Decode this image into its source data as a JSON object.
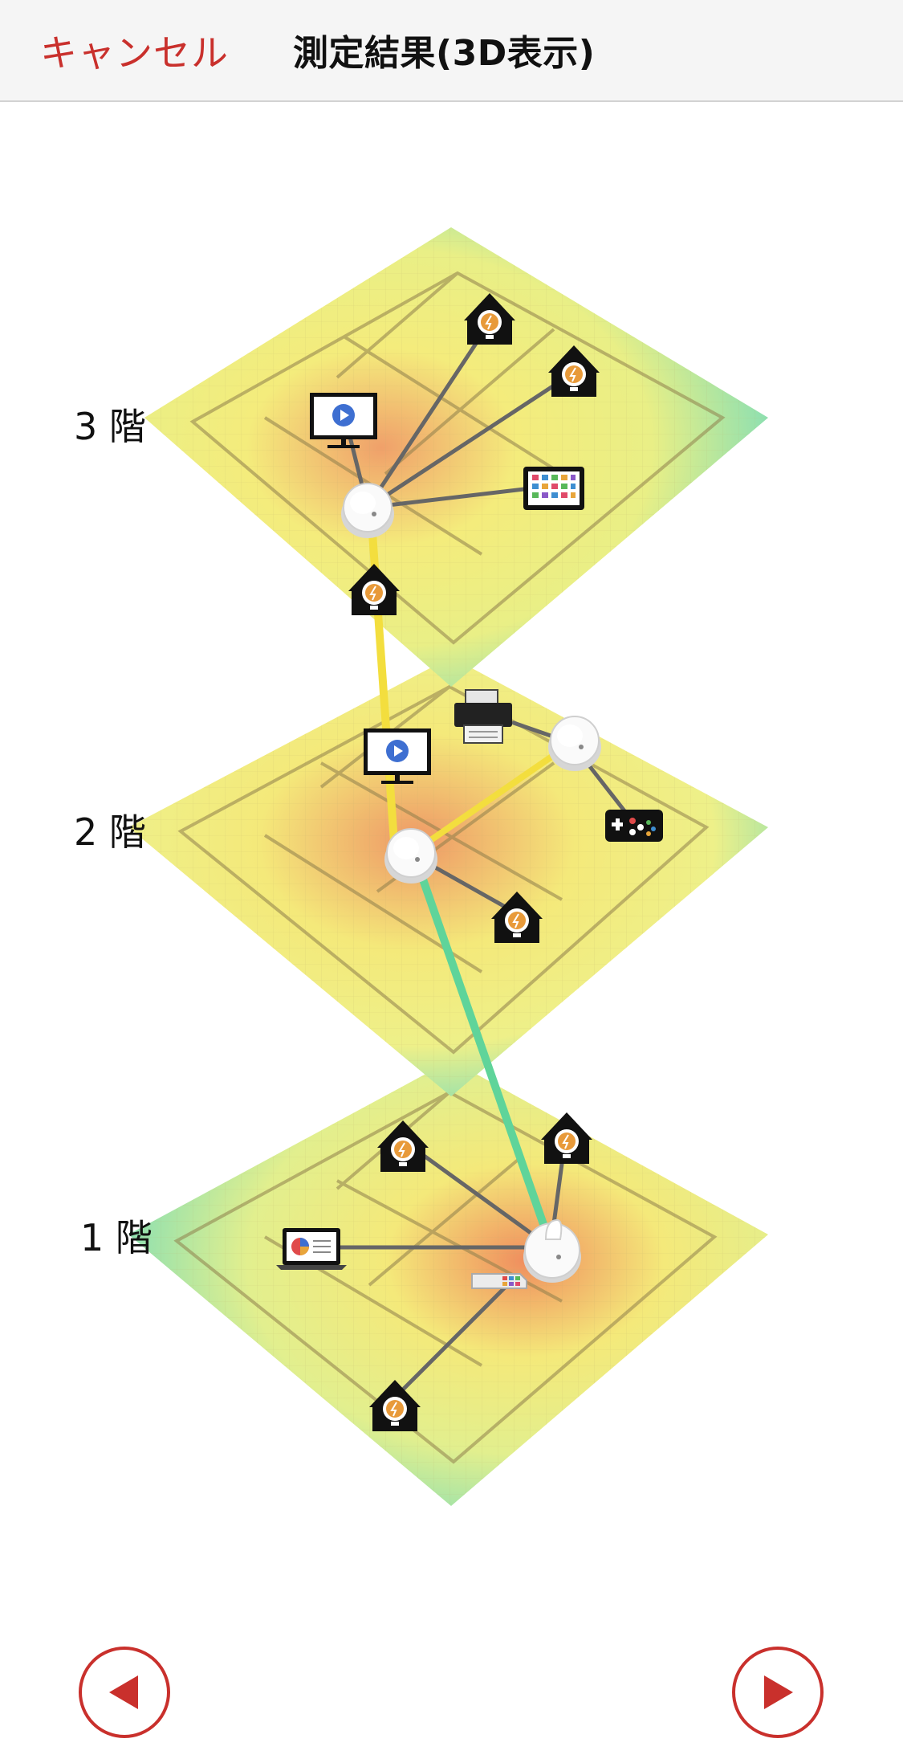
{
  "nav": {
    "cancel_label": "キャンセル",
    "title": "測定結果(3D表示)"
  },
  "floors": [
    {
      "label": "3 階"
    },
    {
      "label": "2 階"
    },
    {
      "label": "1 階"
    }
  ],
  "icons": {
    "router": "router-icon",
    "light": "smart-light-icon",
    "tv": "tv-icon",
    "tablet": "tablet-icon",
    "printer": "printer-icon",
    "game": "game-controller-icon",
    "laptop": "laptop-icon",
    "hub": "hub-icon"
  },
  "colors": {
    "accent": "#c9302c",
    "link_strong": "#5fd49a",
    "link_medium": "#f3de3e",
    "link_device": "#666666",
    "heat_hot": "#f0a06a",
    "heat_mid": "#f4ec7c",
    "heat_cool": "#8fe0b0"
  }
}
